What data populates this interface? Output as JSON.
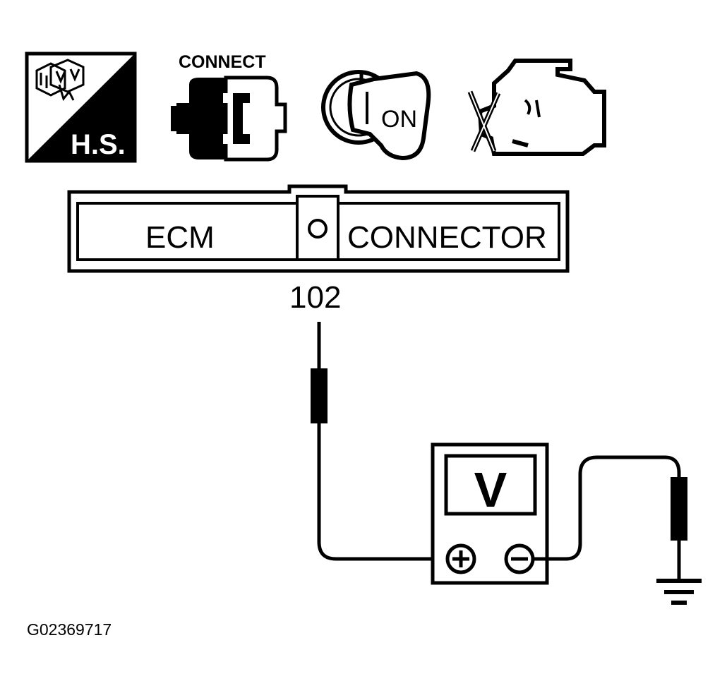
{
  "icons": {
    "hot_soak": {
      "label": "H.S.",
      "icon": "hot-soak-icon"
    },
    "connect": {
      "label": "CONNECT",
      "icon": "connector-icon"
    },
    "ignition": {
      "label": "ON",
      "icon": "ignition-key-icon"
    },
    "engine": {
      "icon": "engine-off-icon"
    }
  },
  "connector": {
    "left_label": "ECM",
    "right_label": "CONNECTOR",
    "terminal": "102"
  },
  "meter": {
    "symbol": "V",
    "positive_icon": "plus-terminal-icon",
    "negative_icon": "minus-terminal-icon"
  },
  "ground": {
    "icon": "ground-symbol-icon"
  },
  "figure_id": "G02369717",
  "colors": {
    "ink": "#000000",
    "paper": "#ffffff"
  }
}
